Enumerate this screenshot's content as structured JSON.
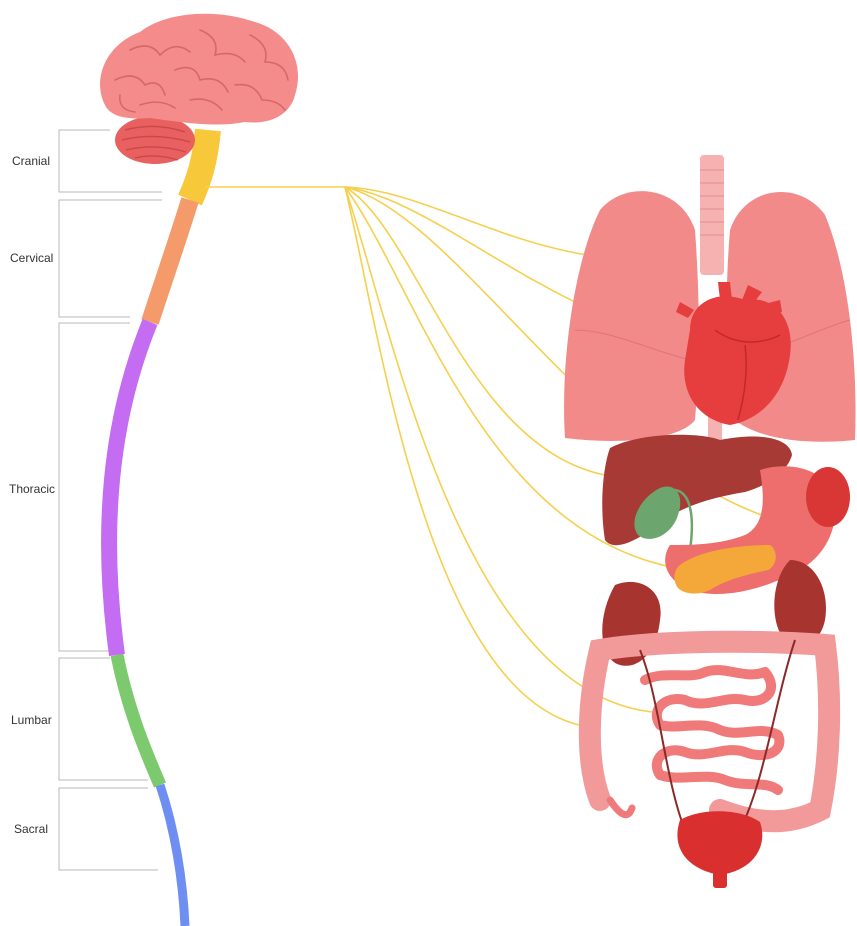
{
  "segments": [
    {
      "id": "cranial",
      "label": "Cranial",
      "color": "#F7C93A"
    },
    {
      "id": "cervical",
      "label": "Cervical",
      "color": "#F59A6B"
    },
    {
      "id": "thoracic",
      "label": "Thoracic",
      "color": "#C46CF2"
    },
    {
      "id": "lumbar",
      "label": "Lumbar",
      "color": "#7DC96E"
    },
    {
      "id": "sacral",
      "label": "Sacral",
      "color": "#6F8EF2"
    }
  ],
  "colors": {
    "nerve": "#F5D04E",
    "bracket": "#B9B9B9",
    "brain": "#F48C8C",
    "cerebellum": "#E86060",
    "lung": "#F28A8A",
    "heart": "#E63E3E",
    "liver": "#A83A36",
    "gallbladder": "#6DA56E",
    "stomach": "#EE6E6E",
    "pancreas": "#F5A83A",
    "kidney": "#A8342F",
    "intestine": "#F07A7A",
    "colon": "#F29A9A",
    "bladder": "#D9302F",
    "trachea": "#F6B1B1"
  }
}
